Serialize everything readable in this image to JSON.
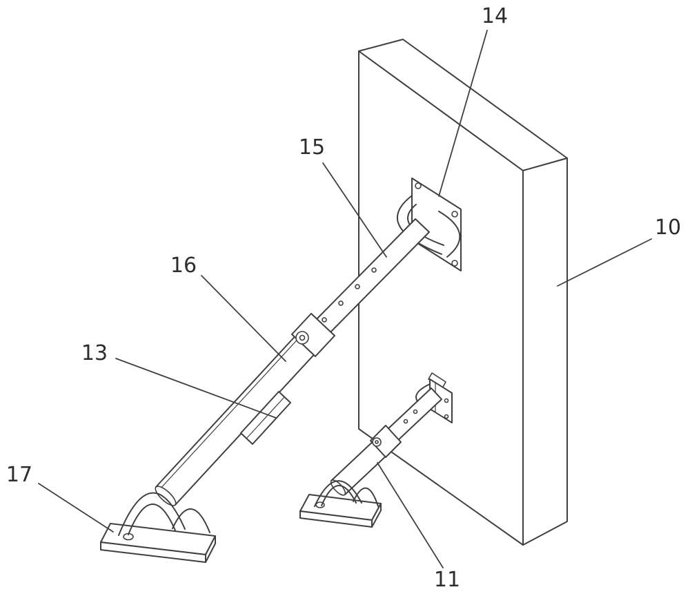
{
  "figure": {
    "background_color": "#ffffff",
    "line_color": "#3f3f3f",
    "label_color": "#2d2d2d"
  },
  "labels": {
    "panel": "10",
    "small_strut": "11",
    "clamp": "13",
    "mount_plate": "14",
    "inner_tube": "15",
    "outer_tube": "16",
    "base": "17"
  }
}
